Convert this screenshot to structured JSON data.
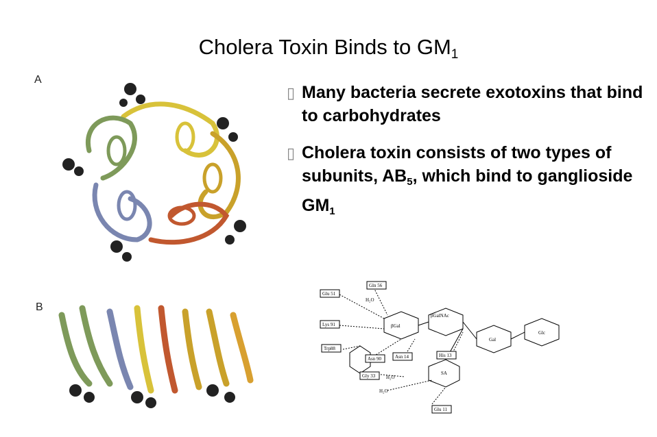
{
  "slide": {
    "title_main": "Cholera Toxin Binds to GM",
    "title_sub": "1",
    "bullet_marker": "▯",
    "bullets": [
      {
        "text": "Many bacteria secrete exotoxins that bind to carbohydrates"
      },
      {
        "text_a": "Cholera toxin consists of two types of subunits, AB",
        "sub_a": "5",
        "text_b": ", which bind to ganglioside GM",
        "sub_b": "1"
      }
    ]
  },
  "figures": {
    "panel_a_label": "A",
    "panel_b_label": "B",
    "subunit_colors": [
      "#d8c23a",
      "#c9a12a",
      "#7e9a5a",
      "#7a86b0",
      "#c1582f"
    ],
    "residue_labels": [
      "Glu 51",
      "Gln 56",
      "Lys 91",
      "Trp88",
      "Asn 90",
      "Asn 14",
      "His 13",
      "Gly 33",
      "Glu 11"
    ],
    "water_label": "H₂O",
    "sugar_labels": [
      "βGalNAc",
      "βGal",
      "Gal",
      "Glc",
      "SA"
    ]
  }
}
